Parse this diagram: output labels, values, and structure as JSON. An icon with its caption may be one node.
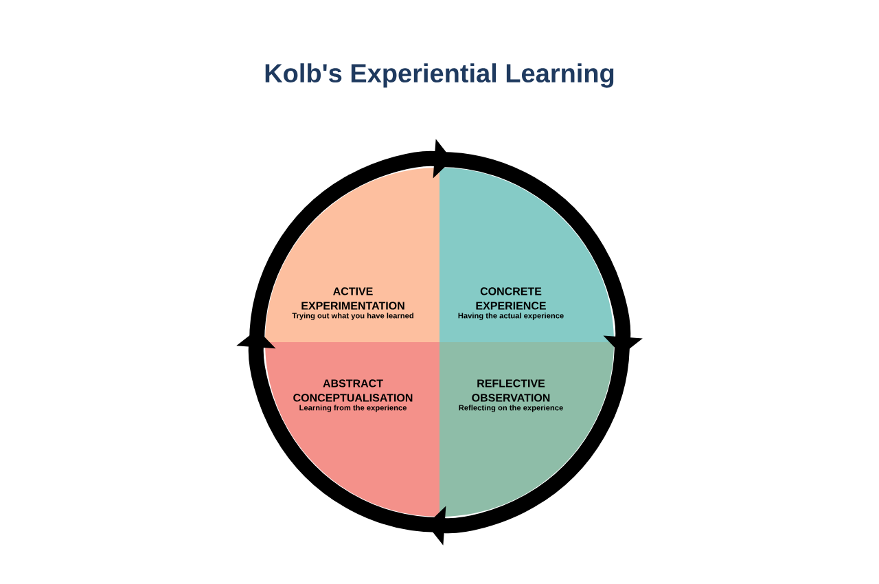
{
  "diagram": {
    "title": "Kolb's Experiential Learning",
    "nodes": [
      {
        "text": [
          "ACTIVE EXPERIMENTATION",
          "Trying out what you have learned"
        ]
      },
      {
        "text": [
          "CONCRETE EXPERIENCE",
          "Having the actual experience"
        ]
      },
      {
        "text": [
          "ABSTRACT CONCEPTUALISATION",
          "Learning from the experience"
        ]
      },
      {
        "text": [
          "REFLECTIVE OBSERVATION",
          "Reflecting on the experience"
        ]
      }
    ],
    "edges": [
      {
        "from": 0,
        "to": 1,
        "arrow": "to"
      },
      {
        "from": 1,
        "to": 3,
        "arrow": "to"
      },
      {
        "from": 3,
        "to": 2,
        "arrow": "to"
      },
      {
        "from": 2,
        "to": 0,
        "arrow": "to"
      }
    ]
  }
}
